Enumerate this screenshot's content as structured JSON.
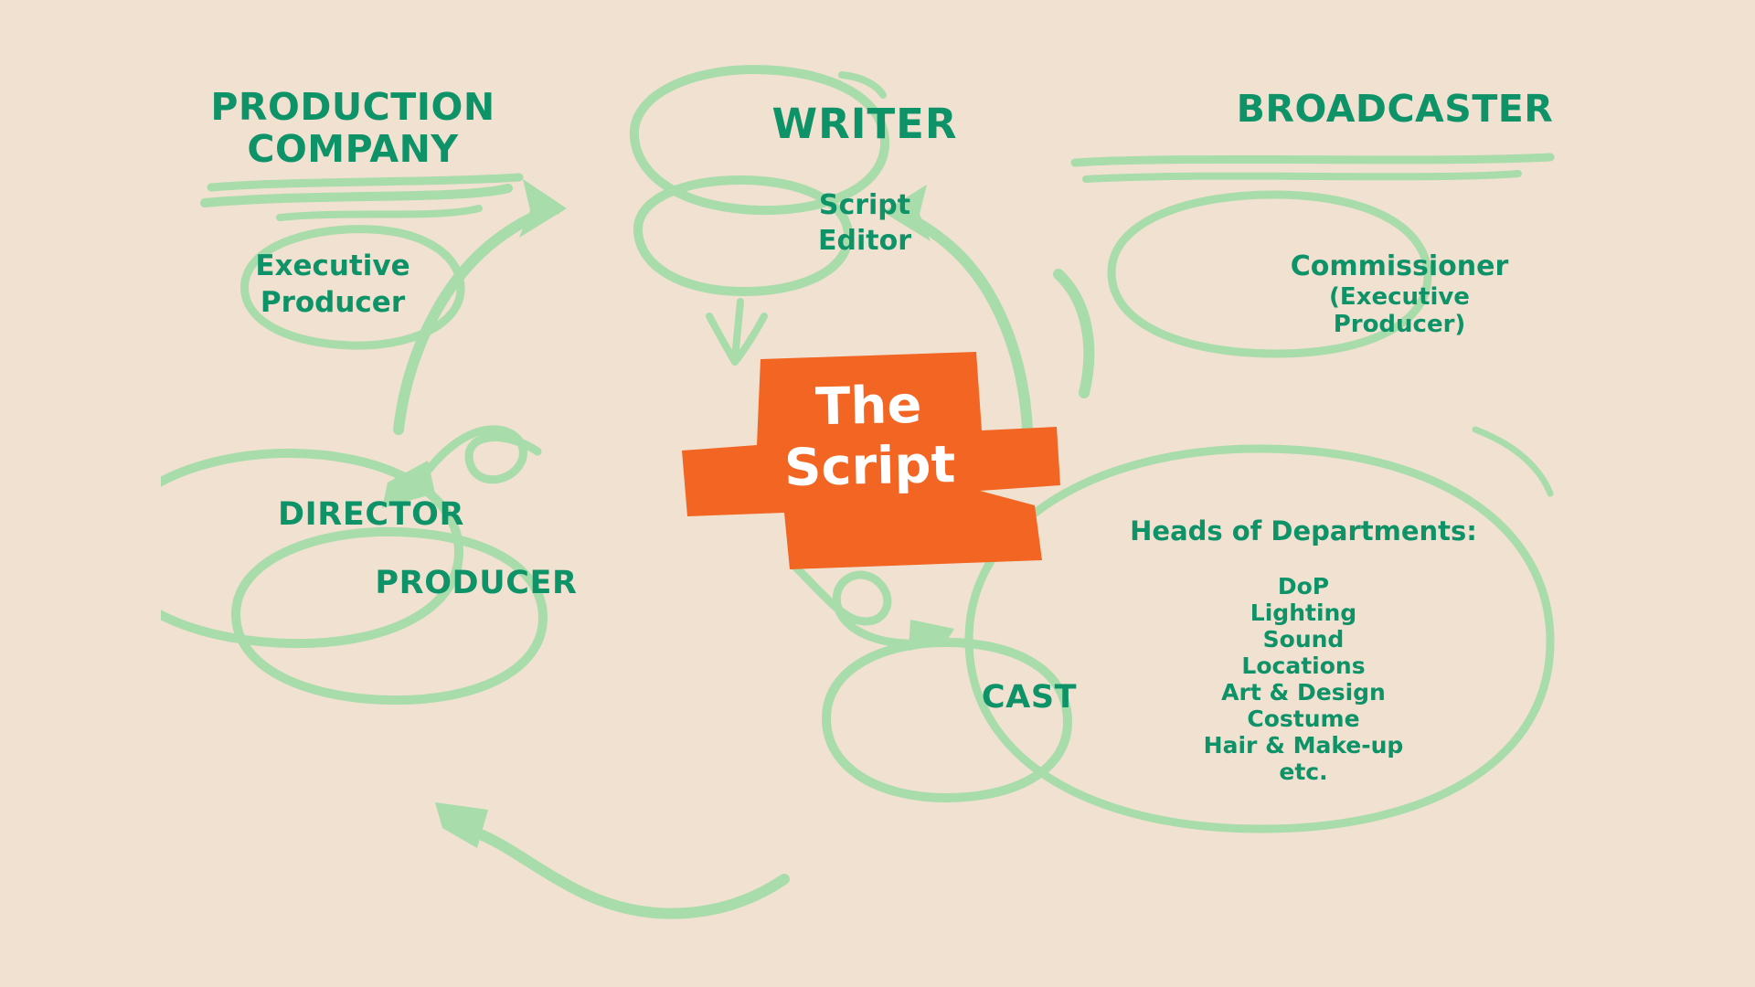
{
  "diagram": {
    "title_internal": "The Script development relationships",
    "background_color": "#f0e1d1",
    "text_color": "#0e9268",
    "sketch_color": "#a8dcab",
    "accent_color": "#f26522",
    "script_text_color": "#ffffff"
  },
  "headings": {
    "production_company": "PRODUCTION\nCOMPANY",
    "broadcaster": "BROADCASTER"
  },
  "nodes": {
    "executive_producer": "Executive\nProducer",
    "writer": "WRITER",
    "script_editor": "Script\nEditor",
    "commissioner": "Commissioner",
    "commissioner_sub": "(Executive\nProducer)",
    "director": "DIRECTOR",
    "producer": "PRODUCER",
    "cast": "CAST",
    "script_line1": "The",
    "script_line2": "Script"
  },
  "departments": {
    "title": "Heads of Departments:",
    "items": [
      "DoP",
      "Lighting",
      "Sound",
      "Locations",
      "Art & Design",
      "Costume",
      "Hair & Make-up",
      "etc."
    ]
  },
  "icons": {
    "arrow_left_to_writer": "arrow-right-icon",
    "arrow_right_to_writer": "arrow-left-icon",
    "arrow_writer_to_script": "arrow-down-icon",
    "arrow_script_to_director": "curved-arrow-left-icon",
    "arrow_script_to_departments": "curved-arrow-right-icon",
    "arrow_cast_to_director": "long-curved-arrow-left-icon",
    "underline_production": "squiggle-underline-icon",
    "underline_broadcaster": "squiggle-underline-icon"
  }
}
